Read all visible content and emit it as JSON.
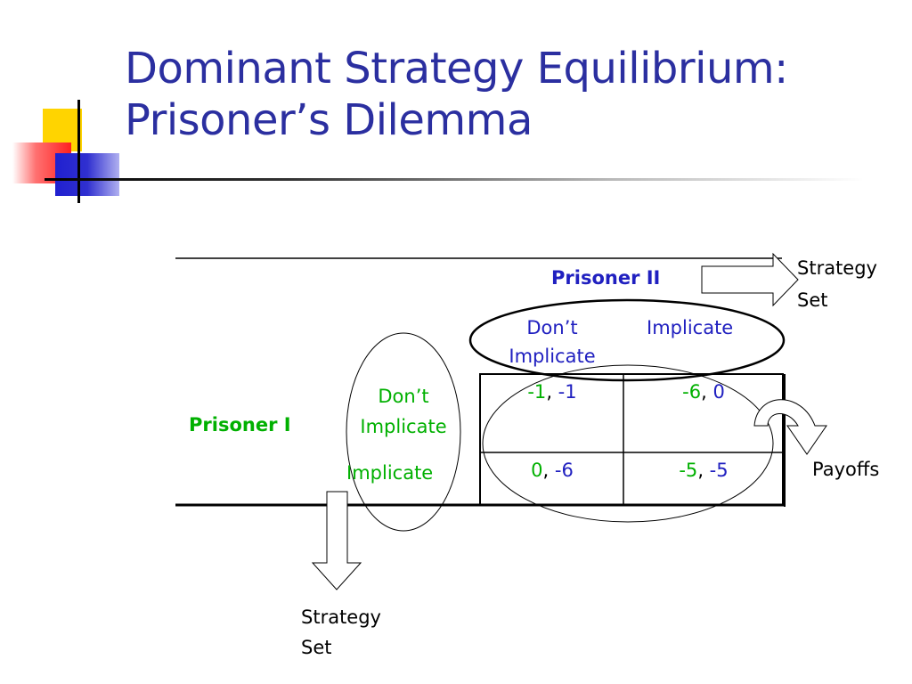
{
  "slide": {
    "title_line1": "Dominant Strategy Equilibrium:",
    "title_line2": "Prisoner’s Dilemma"
  },
  "game": {
    "player2": "Prisoner II",
    "player1": "Prisoner I",
    "columns": [
      {
        "line1": "Don’t",
        "line2": "Implicate"
      },
      {
        "line1": "Implicate",
        "line2": ""
      }
    ],
    "rows": [
      {
        "line1": "Don’t",
        "line2": "Implicate"
      },
      {
        "line1": "Implicate",
        "line2": ""
      }
    ],
    "payoffs": [
      [
        {
          "p1": "-1",
          "sep": ", ",
          "p2": "-1"
        },
        {
          "p1": "-6",
          "sep": ", ",
          "p2": "0"
        }
      ],
      [
        {
          "p1": "0",
          "sep": ", ",
          "p2": "-6"
        },
        {
          "p1": "-5",
          "sep": ", ",
          "p2": "-5"
        }
      ]
    ]
  },
  "annotations": {
    "strategy_set_top_line1": "Strategy",
    "strategy_set_top_line2": "Set",
    "payoffs_label": "Payoffs",
    "strategy_set_bottom_line1": "Strategy",
    "strategy_set_bottom_line2": "Set"
  },
  "colors": {
    "title": "#2b2fa0",
    "prisoner1": "#00b000",
    "prisoner2": "#2020c0",
    "player1_payoff": "#00b000",
    "player2_payoff": "#2020c0"
  }
}
